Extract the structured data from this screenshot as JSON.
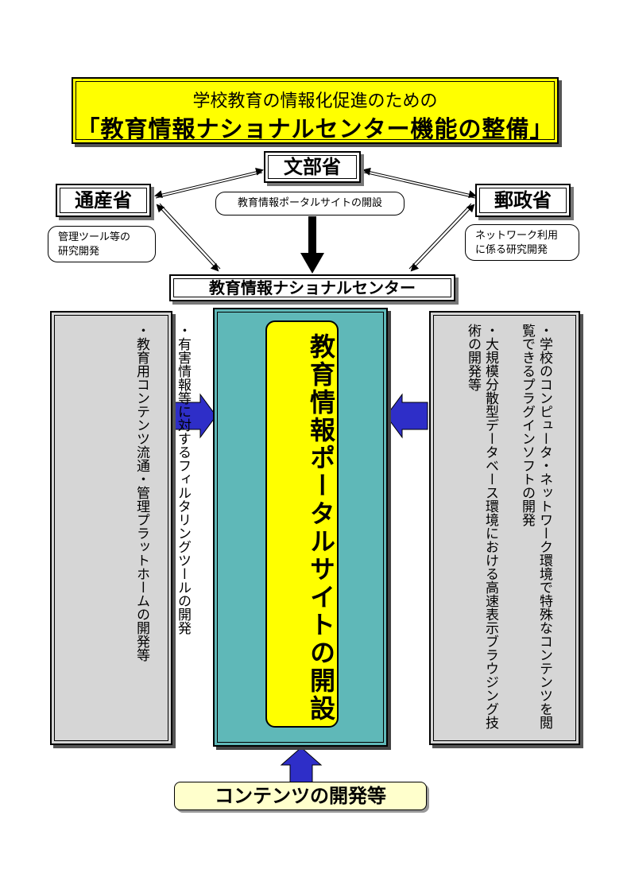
{
  "title": {
    "subtitle": "学校教育の情報化促進のための",
    "main": "「教育情報ナショナルセンター機能の整備」"
  },
  "ministries": {
    "monbusho": "文部省",
    "tsusansho": "通産省",
    "yuseisho": "郵政省"
  },
  "notes": {
    "monbusho": "教育情報ポータルサイトの開設",
    "tsusansho": "管理ツール等の\n研究開発",
    "yuseisho": "ネットワーク利用\nに係る研究開発"
  },
  "center": {
    "label": "教育情報ナショナルセンター",
    "portal": "教育情報ポータルサイトの開設"
  },
  "left_panel": {
    "item1": "・有害情報等に対するフィルタリングツールの開発",
    "item2": "・教育用コンテンツ流通・管理プラットホームの開発等"
  },
  "right_panel": {
    "item1": "・学校のコンピュータ・ネットワーク環境で特殊なコンテンツを閲覧できるプラグインソフトの開発",
    "item2": "・大規模分散型データベース環境における高速表示ブラウジング技術の開発等"
  },
  "bottom": {
    "label": "コンテンツの開発等"
  },
  "colors": {
    "title_bg": "#ffff00",
    "portal_bg": "#5fb8b8",
    "panel_bg": "#d6d6d6",
    "arrow_blue": "#2e2ec8",
    "contents_bg": "#ffffcc"
  }
}
